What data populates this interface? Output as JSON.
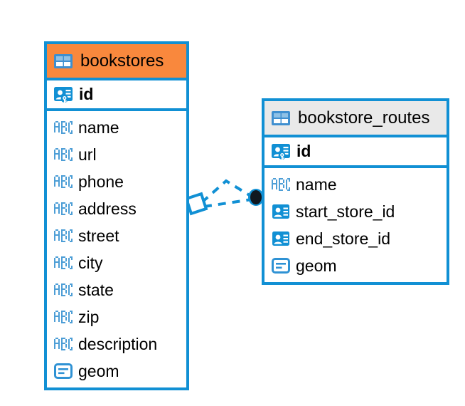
{
  "diagram": {
    "type": "entity-relationship-diagram",
    "background_color": "#ffffff",
    "accent_color": "#1190d4",
    "highlight_color": "#f9883d"
  },
  "tables": [
    {
      "name": "bookstores",
      "header_icon": "table-icon",
      "header_color": "#f9883d",
      "primary_key": {
        "label": "id",
        "icon": "primary-key-icon"
      },
      "fields": [
        {
          "label": "name",
          "icon": "text-type-icon"
        },
        {
          "label": "url",
          "icon": "text-type-icon"
        },
        {
          "label": "phone",
          "icon": "text-type-icon"
        },
        {
          "label": "address",
          "icon": "text-type-icon"
        },
        {
          "label": "street",
          "icon": "text-type-icon"
        },
        {
          "label": "city",
          "icon": "text-type-icon"
        },
        {
          "label": "state",
          "icon": "text-type-icon"
        },
        {
          "label": "zip",
          "icon": "text-type-icon"
        },
        {
          "label": "description",
          "icon": "text-type-icon"
        },
        {
          "label": "geom",
          "icon": "geometry-type-icon"
        }
      ]
    },
    {
      "name": "bookstore_routes",
      "header_icon": "table-icon",
      "header_color": "#e9e9e9",
      "primary_key": {
        "label": "id",
        "icon": "primary-key-icon"
      },
      "fields": [
        {
          "label": "name",
          "icon": "text-type-icon"
        },
        {
          "label": "start_store_id",
          "icon": "foreign-key-icon"
        },
        {
          "label": "end_store_id",
          "icon": "foreign-key-icon"
        },
        {
          "label": "geom",
          "icon": "geometry-type-icon"
        }
      ]
    }
  ],
  "relationship": {
    "style": "dashed",
    "color": "#1190d4",
    "source_marker": "diamond-outline",
    "target_marker": "filled-circle",
    "target_marker_color": "#101820"
  }
}
